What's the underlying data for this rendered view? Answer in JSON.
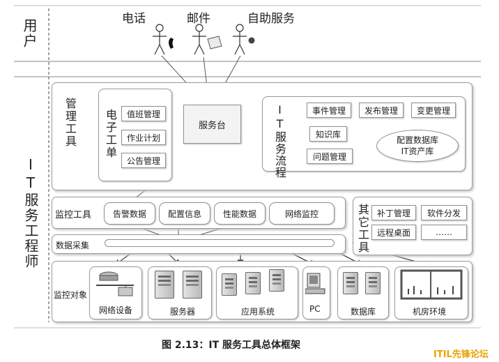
{
  "users": {
    "section_label": "用户",
    "channels": [
      "电话",
      "邮件",
      "自助服务"
    ]
  },
  "it_staff_label": "IT服务工程师",
  "management": {
    "label": "管理工具",
    "eforms": {
      "label": "电子工单",
      "items": [
        "值班管理",
        "作业计划",
        "公告管理"
      ]
    },
    "service_desk": "服务台",
    "it_process": {
      "label": "IT服务流程",
      "items": [
        "事件管理",
        "发布管理",
        "变更管理",
        "知识库",
        "问题管理"
      ],
      "cmdb_line1": "配置数据库",
      "cmdb_line2": "IT资产库"
    }
  },
  "monitoring": {
    "label": "监控工具",
    "items": [
      "告警数据",
      "配置信息",
      "性能数据",
      "网络监控"
    ]
  },
  "other_tools": {
    "label": "其它工具",
    "items": [
      "补丁管理",
      "软件分发",
      "远程桌面",
      "……"
    ]
  },
  "data_collection": {
    "label": "数据采集"
  },
  "monitored_objects": {
    "label": "监控对象",
    "items": [
      "网络设备",
      "服务器",
      "应用系统",
      "PC",
      "数据库",
      "机房环境"
    ]
  },
  "caption": "图 2.13：IT 服务工具总体框架",
  "watermark": "ITIL先锋论坛",
  "colors": {
    "line": "#555555",
    "border": "#9a9a9a",
    "watermark": "#e8a400"
  }
}
